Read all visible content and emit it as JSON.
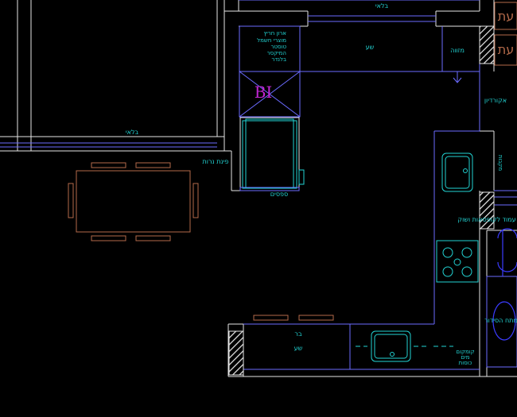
{
  "colors": {
    "background": "#000000",
    "wall": "#e6e6e6",
    "blue_line": "#6b6bff",
    "cyan": "#22d3d3",
    "brown": "#b46a4a",
    "magenta": "#c026d3",
    "gray": "#aaaaaa"
  },
  "labels": {
    "balkie_top": "בלאי",
    "balkie_left": "בלאי",
    "closet": [
      "ארון חריץ",
      "מוצרי חשמל",
      "טוסטר",
      "המיקסר",
      "בלנדר"
    ],
    "counter_top": "שע",
    "mezaveh": "מזווה",
    "bi": "BI",
    "accordion": "אקורדיון",
    "sink_area": "מקבות",
    "pinat_nerot": "פינת נרות",
    "sapsim": "ספסים",
    "amud": "עמוד לקופסאות ושוק",
    "bar": "בר",
    "counter_bottom": "שע",
    "kumkum": [
      "קומקום",
      "מים",
      "כוסות"
    ],
    "mitbach_haseder": "מתח הסידור",
    "side_text": [
      "עת",
      "עת"
    ]
  }
}
